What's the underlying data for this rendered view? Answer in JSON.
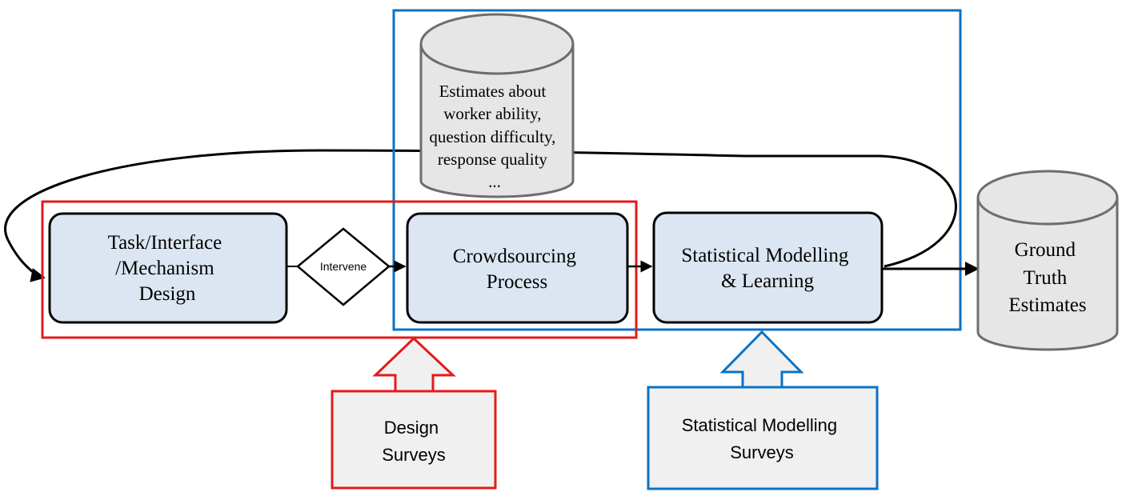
{
  "colors": {
    "process_fill": "#dce6f2",
    "db_fill": "#e6e6e6",
    "design_accent": "#e31b1b",
    "stat_accent": "#0c72c4",
    "survey_fill": "#f0f0f0"
  },
  "nodes": {
    "task_design": [
      "Task/Interface",
      "/Mechanism",
      "Design"
    ],
    "intervene": "Intervene",
    "crowdsourcing": [
      "Crowdsourcing",
      "Process"
    ],
    "stat_modelling": [
      "Statistical Modelling",
      "& Learning"
    ],
    "estimates_db": [
      "Estimates about",
      "worker ability,",
      "question difficulty,",
      "response quality",
      "..."
    ],
    "ground_truth": [
      "Ground",
      "Truth",
      "Estimates"
    ]
  },
  "surveys": {
    "design": [
      "Design",
      "Surveys"
    ],
    "statistical": [
      "Statistical Modelling",
      "Surveys"
    ]
  }
}
